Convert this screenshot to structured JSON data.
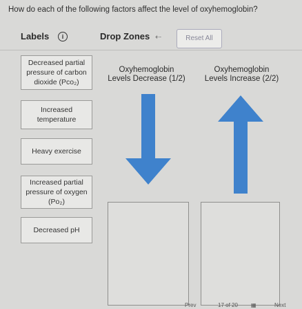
{
  "question": "How do each of the following factors affect the level of oxyhemoglobin?",
  "header": {
    "labels_title": "Labels",
    "info_icon_glyph": "i",
    "dropzones_title": "Drop Zones",
    "undo_glyph": "⇠",
    "reset_label": "Reset All"
  },
  "labels": [
    {
      "lines": [
        "Decreased partial",
        "pressure of carbon",
        "dioxide (Pco₂)"
      ]
    },
    {
      "lines": [
        "Increased",
        "temperature"
      ]
    },
    {
      "lines": [
        "Heavy exercise"
      ]
    },
    {
      "lines": [
        "Increased partial",
        "pressure of oxygen",
        "(Po₂)"
      ]
    },
    {
      "lines": [
        "Decreased pH"
      ]
    }
  ],
  "columns": [
    {
      "line1": "Oxyhemoglobin",
      "line2": "Levels Decrease (1/2)",
      "arrow": "down"
    },
    {
      "line1": "Oxyhemoglobin",
      "line2": "Levels Increase (2/2)",
      "arrow": "up"
    }
  ],
  "footer": {
    "prev": "Prev",
    "page": "17 of 20",
    "next": "Next"
  },
  "colors": {
    "arrow_blue": "#3f82cc",
    "background": "#d9d9d7"
  }
}
